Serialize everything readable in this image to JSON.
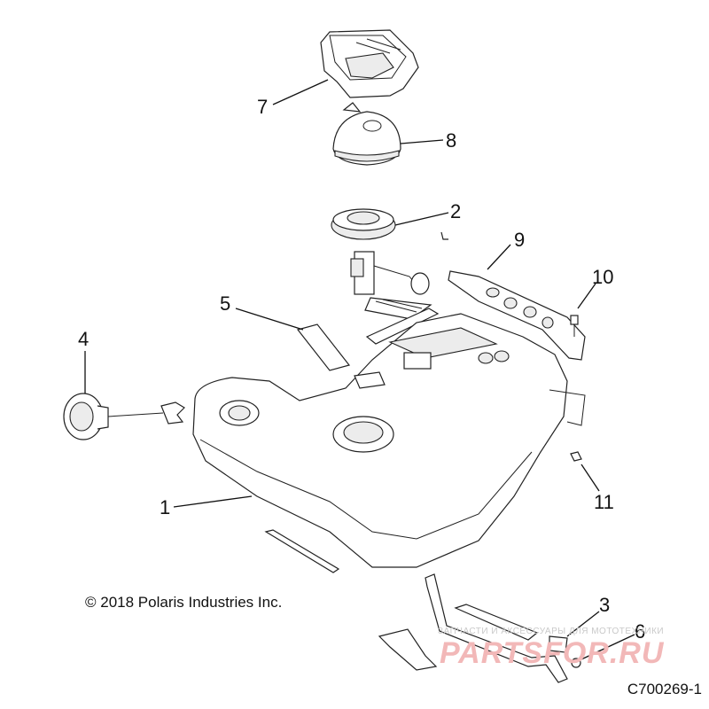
{
  "diagram": {
    "copyright": "© 2018 Polaris Industries Inc.",
    "code": "C700269-1",
    "watermark_top": "ЗАПЧАСТИ И АКСЕССУАРЫ ДЛЯ МОТОТЕХНИКИ",
    "watermark_logo": "PARTSFOR.RU",
    "callouts": [
      "1",
      "2",
      "3",
      "4",
      "5",
      "6",
      "7",
      "8",
      "9",
      "10",
      "11"
    ]
  }
}
